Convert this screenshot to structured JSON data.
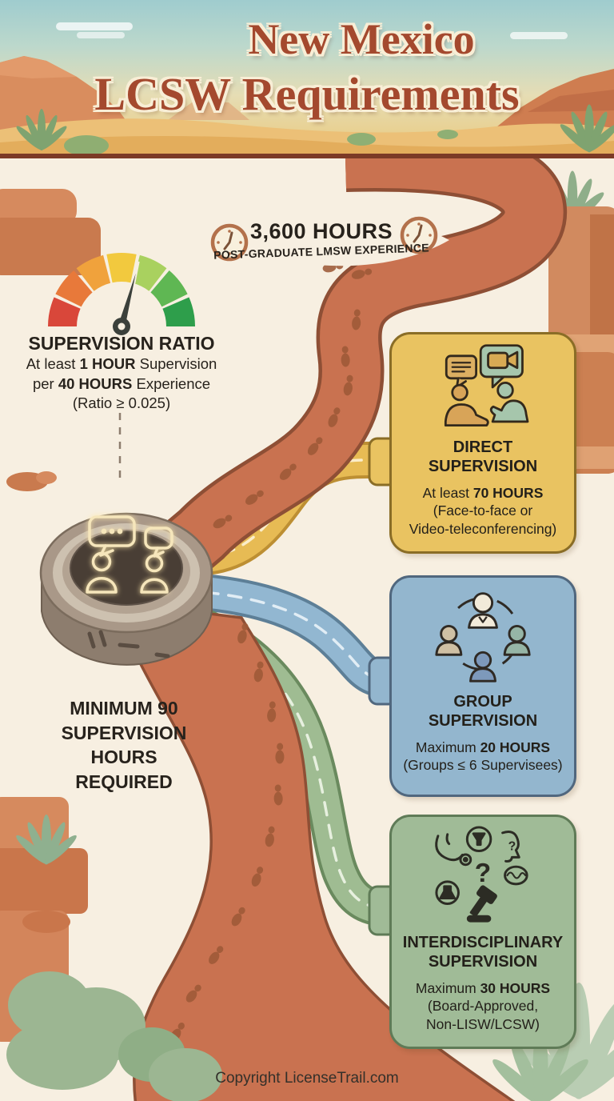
{
  "header": {
    "title_line1": "New Mexico",
    "title_line2": "LCSW Requirements"
  },
  "milestone": {
    "hours": "3,600 HOURS",
    "label": "POST-GRADUATE LMSW EXPERIENCE"
  },
  "ratio": {
    "heading": "SUPERVISION RATIO",
    "line1_pre": "At least ",
    "line1_bold": "1 HOUR",
    "line1_post": " Supervision",
    "line2_pre": "per ",
    "line2_bold": "40 HOURS",
    "line2_post": " Experience",
    "line3": "(Ratio ≥ 0.025)"
  },
  "minimum": {
    "line1": "MINIMUM 90",
    "line2": "SUPERVISION",
    "line3": "HOURS",
    "line4": "REQUIRED"
  },
  "cards": [
    {
      "id": "direct",
      "title_line1": "DIRECT",
      "title_line2": "SUPERVISION",
      "body1_pre": "At least ",
      "body1_bold": "70 HOURS",
      "body2": "(Face-to-face or",
      "body3": "Video-teleconferencing)",
      "fill": "#e9c361",
      "border": "#8a6d26",
      "road_color": "#e7bb54",
      "icon": "video-chat-icon"
    },
    {
      "id": "group",
      "title_line1": "GROUP",
      "title_line2": "SUPERVISION",
      "body1_pre": "Maximum ",
      "body1_bold": "20 HOURS",
      "body2": "(Groups ≤ 6 Supervisees)",
      "body3": "",
      "fill": "#93b6ce",
      "border": "#50677e",
      "road_color": "#92b7d1",
      "icon": "group-circle-icon"
    },
    {
      "id": "interdisciplinary",
      "title_line1": "INTERDISCIPLINARY",
      "title_line2": "SUPERVISION",
      "body1_pre": "Maximum ",
      "body1_bold": "30 HOURS",
      "body2": "(Board-Approved,",
      "body3": "Non-LISW/LCSW)",
      "fill": "#a0bb97",
      "border": "#5f7b57",
      "road_color": "#9fbc92",
      "icon": "disciplines-icon"
    }
  ],
  "gauge": {
    "name": "supervision-ratio-gauge",
    "segment_colors": [
      "#d9473a",
      "#e8793a",
      "#f0a23c",
      "#f2c93e",
      "#a9d15f",
      "#5fb753",
      "#2e9e4b"
    ],
    "needle_angle_deg": 75
  },
  "roundabout": {
    "icon": "people-chat-glow-icon"
  },
  "footer": {
    "copyright": "Copyright LicenseTrail.com"
  },
  "colors": {
    "background": "#f7efe1",
    "main_road": "#c97250",
    "road_edge": "#8e4f35",
    "footprints": "#9e5a38",
    "title": "#a4492e",
    "header_divider": "#7c3a26",
    "text": "#27221c"
  }
}
